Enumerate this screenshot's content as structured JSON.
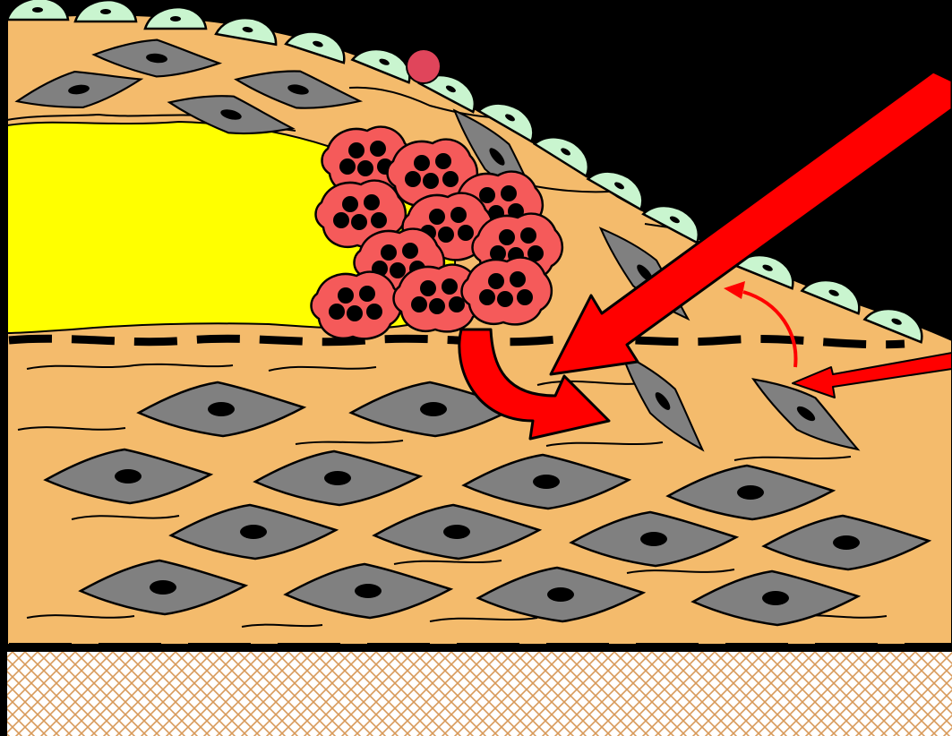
{
  "diagram": {
    "colors": {
      "background": "#000000",
      "tissue": "#F4BB6C",
      "core": "#FFFF00",
      "endothelium": "#C9F5CF",
      "smc": "#808080",
      "nucleus": "#000000",
      "foam_cell": "#F55A5A",
      "arrow": "#FF0000",
      "leukocyte": "#E0455B",
      "adventitia_hatch": "#D89A5A"
    },
    "layers": [
      "endothelium",
      "intima",
      "lipid-core",
      "internal-elastic-lamina",
      "media",
      "external-elastic-lamina",
      "adventitia"
    ],
    "icons": [
      "smooth-muscle-cell-icon",
      "foam-cell-icon",
      "endothelial-cell-icon",
      "leukocyte-icon",
      "arrow-icon"
    ]
  }
}
